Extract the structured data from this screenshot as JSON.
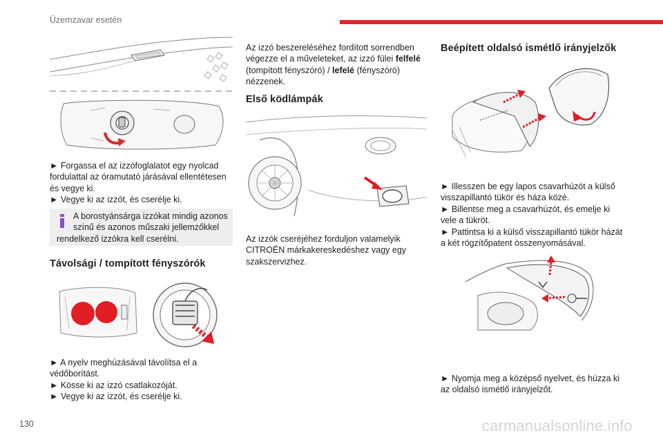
{
  "header": {
    "section": "Üzemzavar esetén",
    "accent_color": "#e0262a"
  },
  "page_number": "130",
  "watermark": "carmanualsonline.info",
  "col1": {
    "para1": [
      "► Forgassa el az izzófoglalatot egy nyolcad",
      "fordulattal az óramutató járásával ellentétesen",
      "és vegye ki.",
      "► Vegye ki az izzót, és cserélje ki."
    ],
    "note": {
      "icon": "info-icon",
      "lines": [
        "A borostyánsárga izzókat mindig azonos",
        "színű és azonos műszaki jellemzőkkel",
        "rendelkező izzókra kell cserélni."
      ]
    },
    "heading": "Távolsági / tompított fényszórók",
    "para2": [
      "► A nyelv meghúzásával távolítsa el a",
      "védőborítást.",
      "► Kösse ki az izzó csatlakozóját.",
      "► Vegye ki az izzót, és cserélje ki."
    ]
  },
  "col2": {
    "intro": {
      "line1": "Az izzó beszereléséhez fordított sorrendben",
      "line2_pre": "végezze el a műveleteket, az izzó fülei ",
      "line2_bold": "felfelé",
      "line3_pre": "(tompított fényszóró) / ",
      "line3_bold": "lefelé",
      "line3_post": " (fényszóró)",
      "line4": "nézzenek."
    },
    "heading": "Első ködlámpák",
    "para": [
      "Az izzók cseréjéhez forduljon valamelyik",
      "CITROËN márkakereskedéshez vagy egy",
      "szakszervizhez."
    ]
  },
  "col3": {
    "heading": "Beépített oldalsó ismétlő irányjelzők",
    "para1": [
      "► Illesszen be egy lapos csavarhúzót a külső",
      "visszapillantó tükör és háza közé.",
      "► Billentse meg a csavarhúzót, és emelje ki",
      "vele a tükröt.",
      "► Pattintsa ki a külső visszapillantó tükör házát",
      "a két rögzítőpatent összenyomásával."
    ],
    "para2": [
      "► Nyomja meg a középső nyelvet, és húzza ki",
      "az oldalsó ismétlő irányjelzőt."
    ]
  }
}
